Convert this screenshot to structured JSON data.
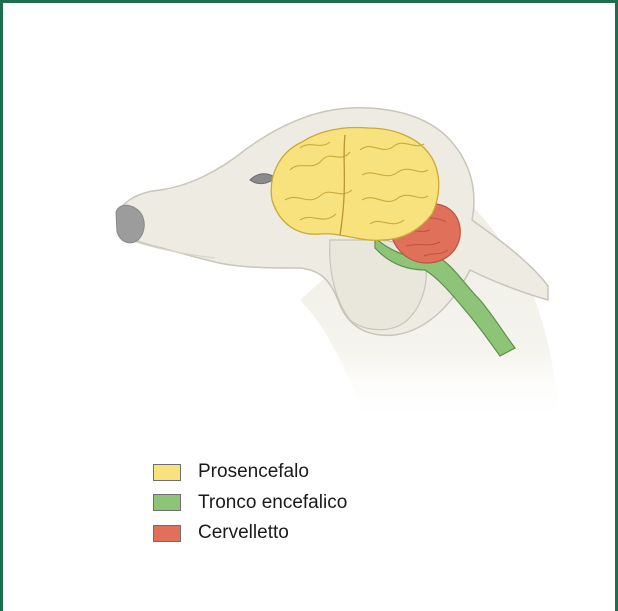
{
  "diagram": {
    "legend": [
      {
        "label": "Prosencefalo",
        "color": "#f8e27d"
      },
      {
        "label": "Tronco encefalico",
        "color": "#8dc477"
      },
      {
        "label": "Cervelletto",
        "color": "#e0705a"
      }
    ]
  },
  "colors": {
    "frame": "#1e6e4e",
    "dog_head": "#eeece2",
    "dog_outline": "#c8c6bb",
    "nose": "#9c9c9c",
    "forebrain": "#f8e27d",
    "brainstem": "#8dc477",
    "cerebellum": "#e0705a"
  }
}
